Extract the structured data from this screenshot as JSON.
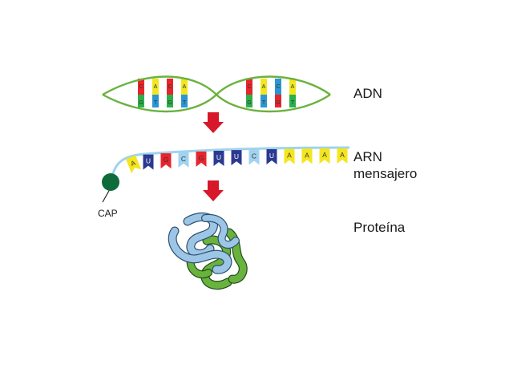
{
  "labels": {
    "dna": "ADN",
    "mrna_line1": "ARN",
    "mrna_line2": "mensajero",
    "protein": "Proteína",
    "cap": "CAP"
  },
  "dna": {
    "loop1_pairs": [
      {
        "top": "C",
        "bottom": "G",
        "top_color": "#e8242c",
        "bottom_color": "#2bb04a"
      },
      {
        "top": "A",
        "bottom": "T",
        "top_color": "#f3e61f",
        "bottom_color": "#2c96d2"
      },
      {
        "top": "C",
        "bottom": "G",
        "top_color": "#e8242c",
        "bottom_color": "#2bb04a"
      },
      {
        "top": "A",
        "bottom": "T",
        "top_color": "#f3e61f",
        "bottom_color": "#2c96d2"
      }
    ],
    "loop2_pairs": [
      {
        "top": "C",
        "bottom": "G",
        "top_color": "#e8242c",
        "bottom_color": "#2bb04a"
      },
      {
        "top": "A",
        "bottom": "T",
        "top_color": "#f3e61f",
        "bottom_color": "#2c96d2"
      },
      {
        "top": "C",
        "bottom": "G",
        "top_color": "#2c96d2",
        "bottom_color": "#e8242c"
      },
      {
        "top": "A",
        "bottom": "T",
        "top_color": "#f3e61f",
        "bottom_color": "#2bb04a"
      }
    ]
  },
  "mrna": {
    "bases": [
      {
        "letter": "A",
        "color": "#f3e61f"
      },
      {
        "letter": "U",
        "color": "#2b3990"
      },
      {
        "letter": "G",
        "color": "#e8242c"
      },
      {
        "letter": "C",
        "color": "#9fd3ef"
      },
      {
        "letter": "G",
        "color": "#e8242c"
      },
      {
        "letter": "U",
        "color": "#2b3990"
      },
      {
        "letter": "U",
        "color": "#2b3990"
      },
      {
        "letter": "C",
        "color": "#9fd3ef"
      },
      {
        "letter": "U",
        "color": "#2b3990"
      },
      {
        "letter": "A",
        "color": "#f3e61f"
      },
      {
        "letter": "A",
        "color": "#f3e61f"
      },
      {
        "letter": "A",
        "color": "#f3e61f"
      },
      {
        "letter": "A",
        "color": "#f3e61f"
      }
    ]
  },
  "colors": {
    "dna_backbone": "#6ab23e",
    "mrna_backbone": "#9fd3ef",
    "arrow": "#d7172a",
    "cap": "#0e6b3a",
    "protein_blue": "#9dc6e6",
    "protein_green": "#6ab23e"
  }
}
